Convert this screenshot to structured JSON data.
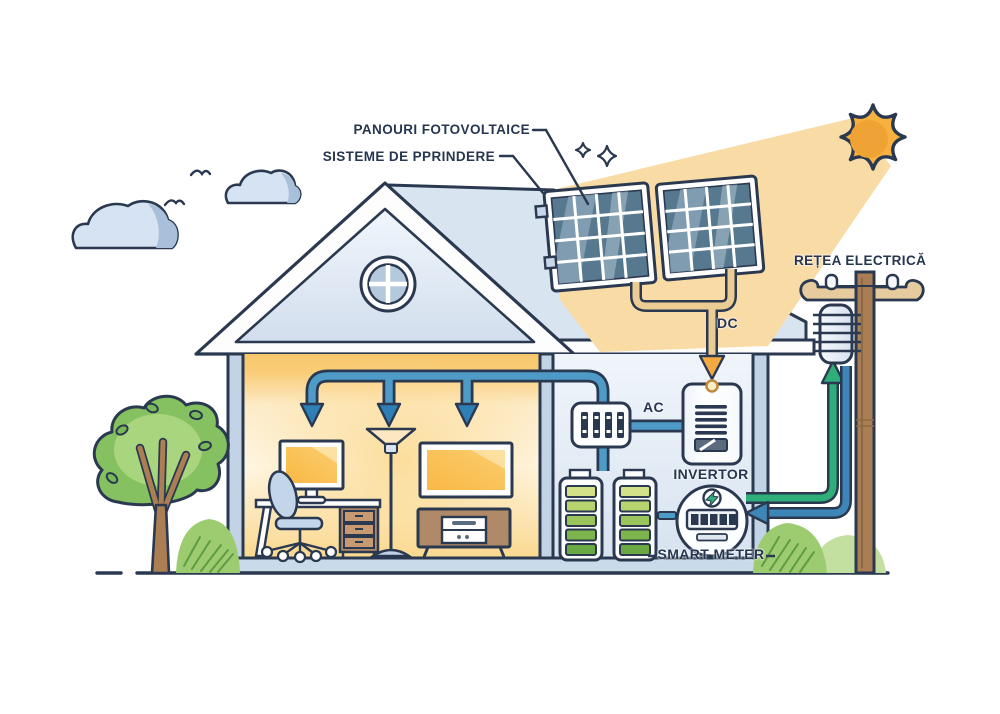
{
  "labels": {
    "photovoltaic_panels": "PANOURI FOTOVOLTAICE",
    "mounting_systems": "SISTEME DE PPRINDERE",
    "electric_grid": "REȚEA ELECTRICĂ",
    "dc": "DC",
    "ac": "AC",
    "inverter": "INVERTOR",
    "smart_meter": "SMART METER"
  },
  "colors": {
    "outline": "#2A3950",
    "sun": "#F6B041",
    "sun_beam": "#F9DBA6",
    "energy_pipe_blue": "#4E9BC8",
    "dc_wire_tan": "#EBCD94",
    "dc_arrow_orange": "#F2A93F",
    "export_arrow_green": "#2FAE7A",
    "import_arrow_blue": "#3F86B8",
    "battery_charge_green": "#8FBE54",
    "roof_blue": "#D9E4F1",
    "wall_blue": "#C2D3E6",
    "room_glow": "#FAD78C",
    "wood_brown": "#AA7E54",
    "foliage_green": "#85C160"
  },
  "components": [
    "sun",
    "sun-beam",
    "cloud",
    "bird",
    "house",
    "gable-roof",
    "round-window",
    "solar-panel",
    "mounting-bracket",
    "dc-wire",
    "inverter",
    "fuse-box",
    "battery",
    "smart-meter",
    "power-pole",
    "transformer",
    "tree",
    "bush",
    "desk",
    "monitor",
    "office-chair",
    "floor-lamp",
    "tv",
    "tv-stand",
    "energy-arrows"
  ]
}
